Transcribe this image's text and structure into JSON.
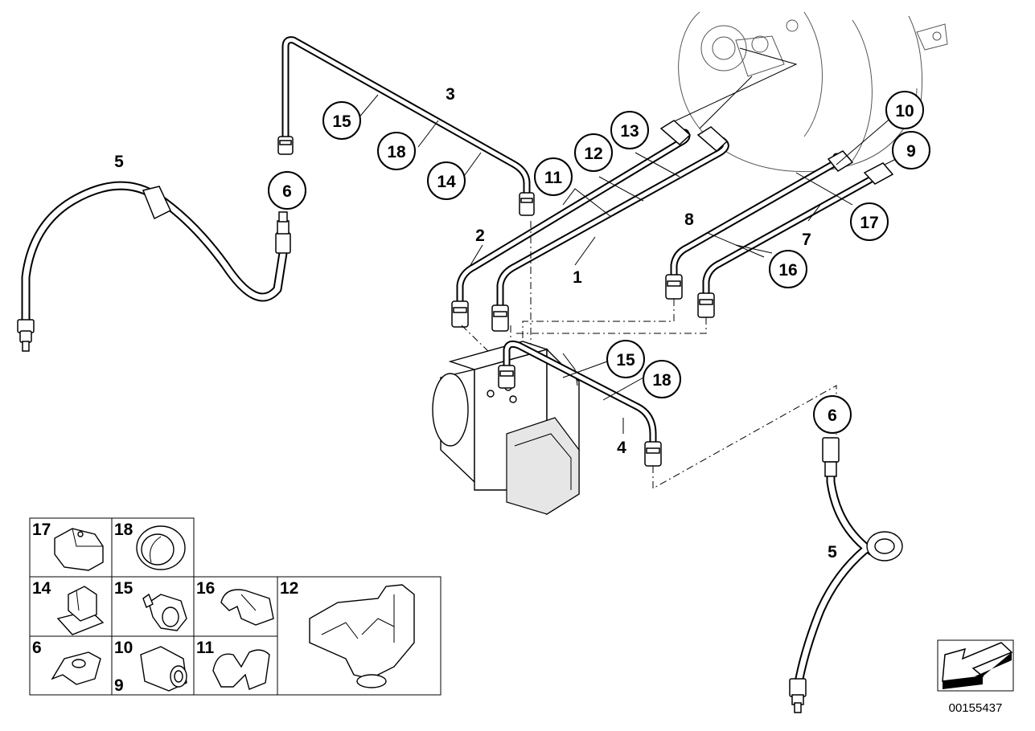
{
  "diagram_id": "00155437",
  "callouts": {
    "c1": "1",
    "c2": "2",
    "c3": "3",
    "c4": "4",
    "c5a": "5",
    "c5b": "5",
    "c6a": "6",
    "c6b": "6",
    "c7": "7",
    "c8": "8",
    "c9": "9",
    "c10": "10",
    "c11": "11",
    "c12": "12",
    "c13": "13",
    "c14": "14",
    "c15a": "15",
    "c15b": "15",
    "c16": "16",
    "c17": "17",
    "c18a": "18",
    "c18b": "18"
  },
  "legend": {
    "l17": "17",
    "l18": "18",
    "l14": "14",
    "l15": "15",
    "l16": "16",
    "l12": "12",
    "l6": "6",
    "l10": "10",
    "l9": "9",
    "l11": "11"
  }
}
